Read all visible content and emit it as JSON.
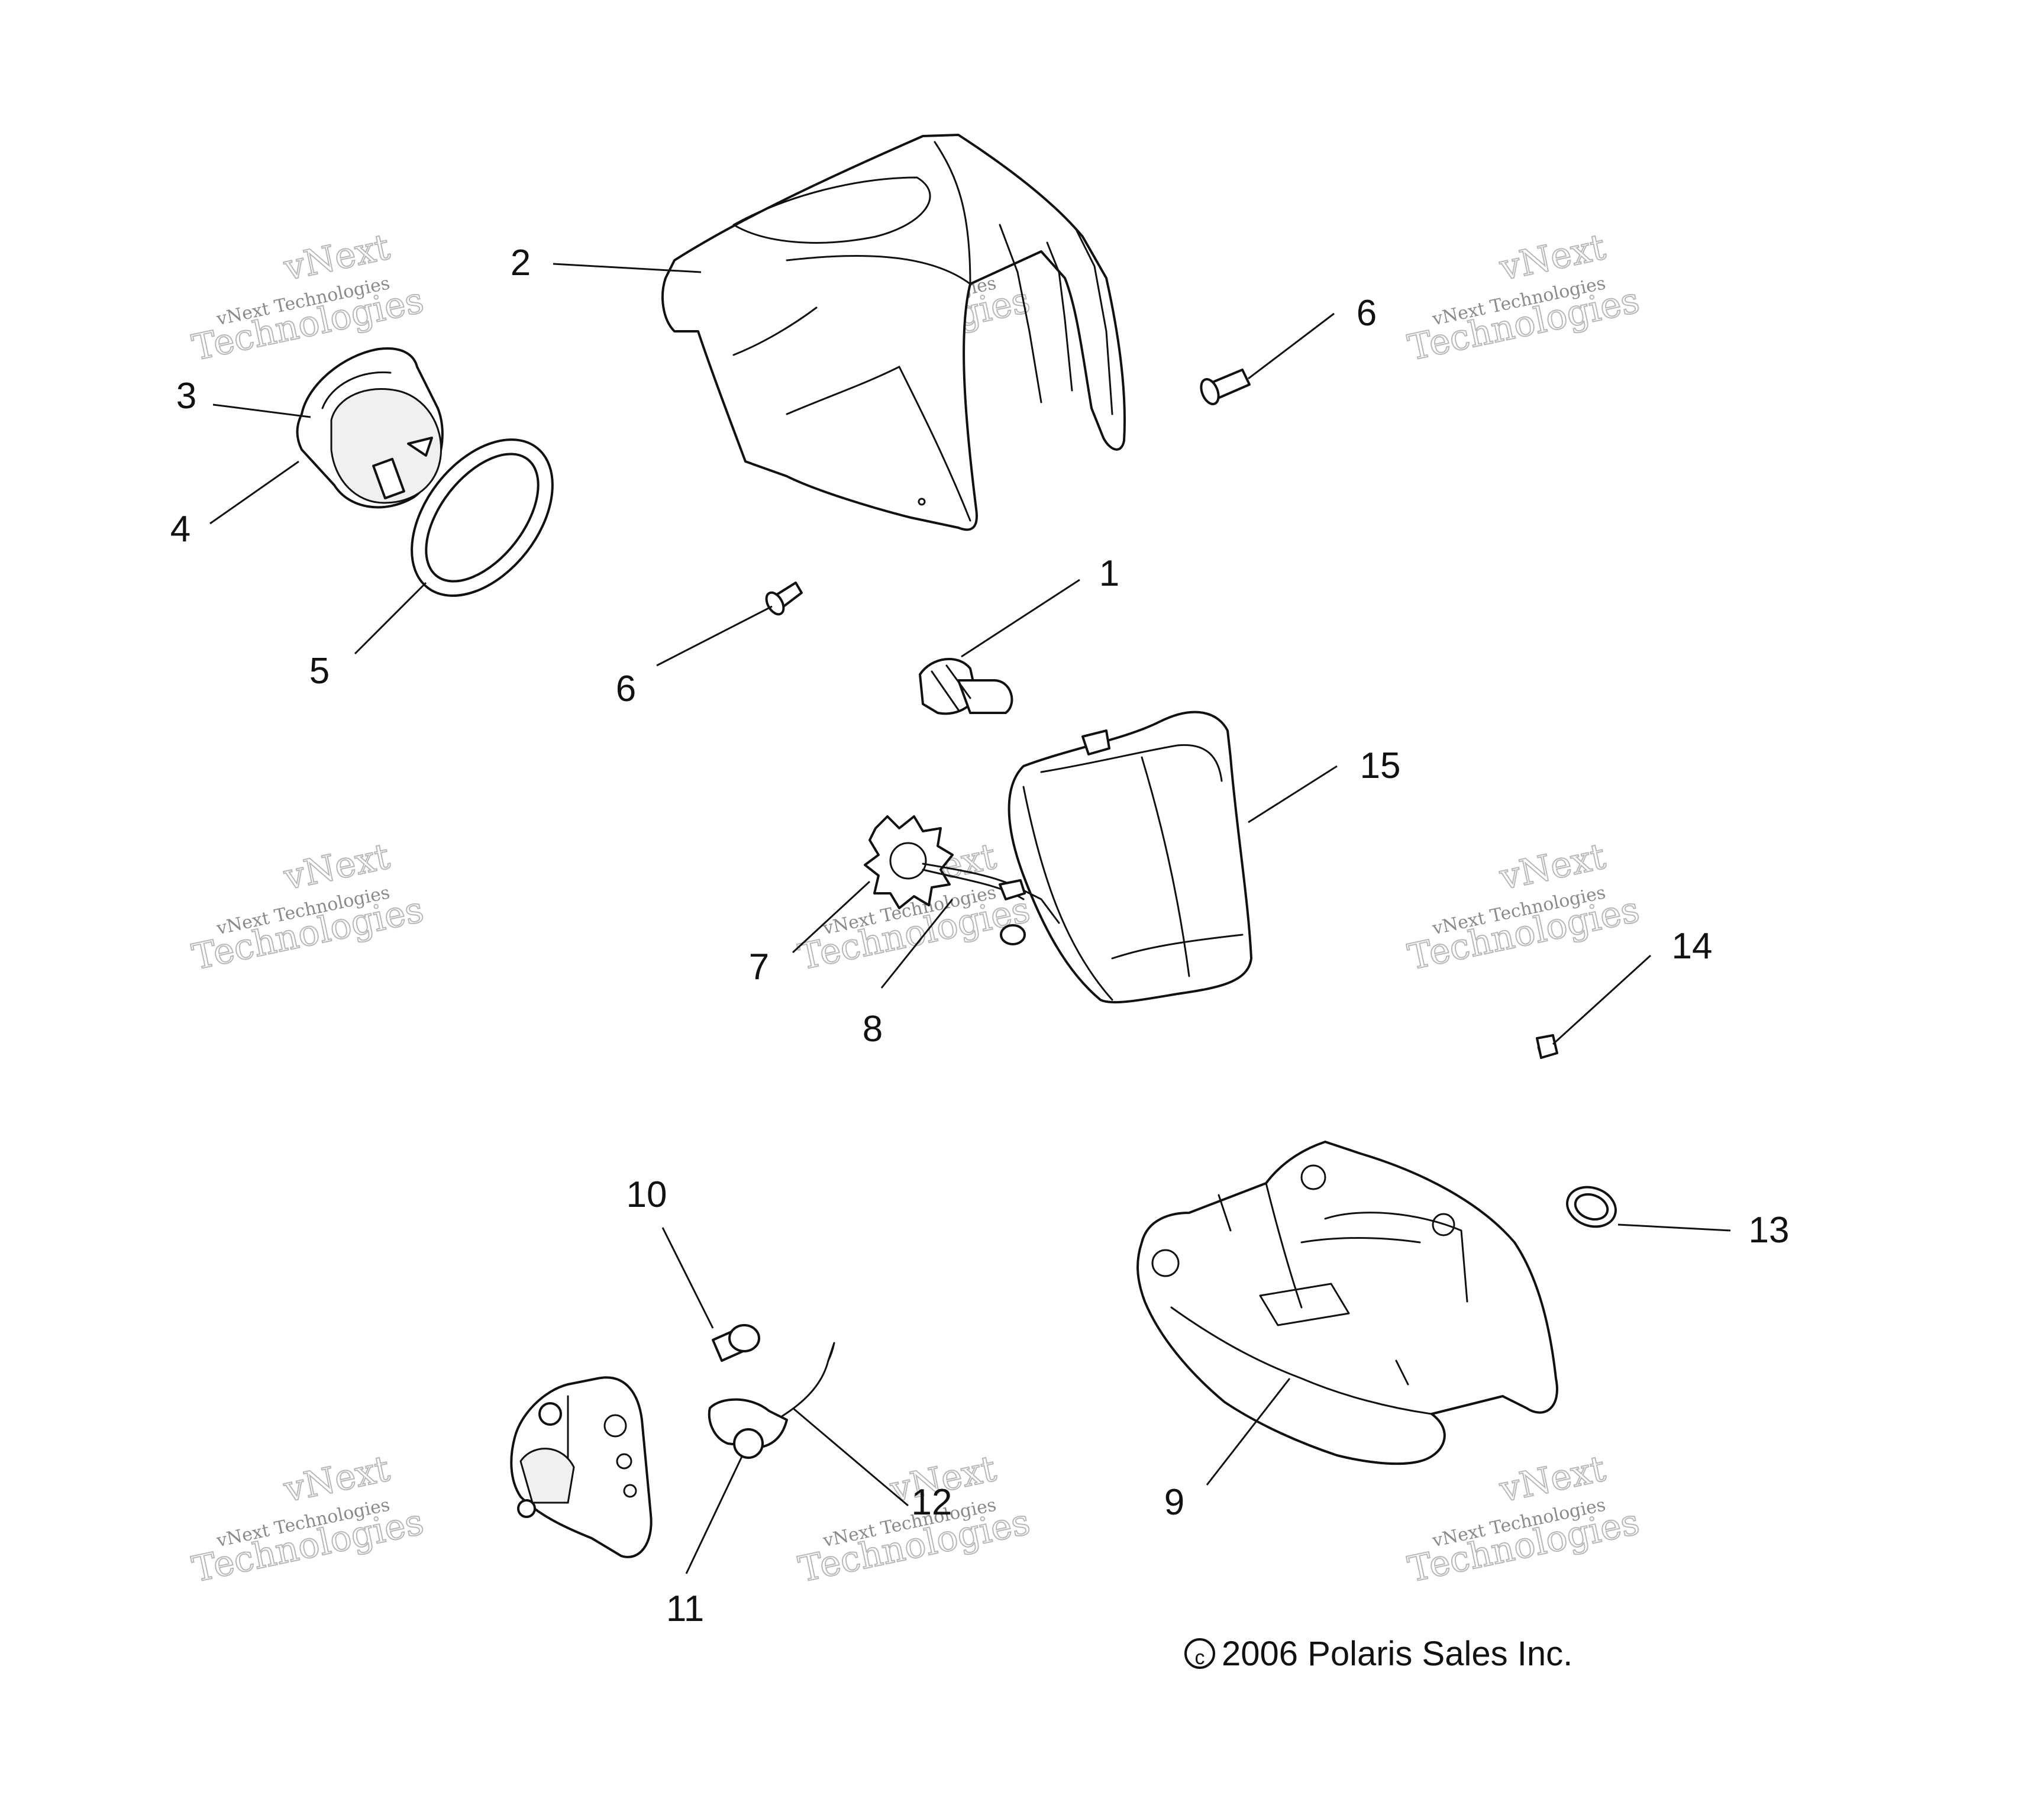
{
  "callouts": [
    "1",
    "2",
    "3",
    "4",
    "5",
    "6",
    "6",
    "7",
    "8",
    "9",
    "10",
    "11",
    "12",
    "13",
    "14",
    "15"
  ],
  "watermark": {
    "line1": "vNext",
    "line2": "vNext Technologies",
    "line3": "Technologies"
  },
  "copyright": "2006 Polaris Sales Inc.",
  "colors": {
    "ink": "#111111",
    "watermark": "#b8b8b8"
  }
}
